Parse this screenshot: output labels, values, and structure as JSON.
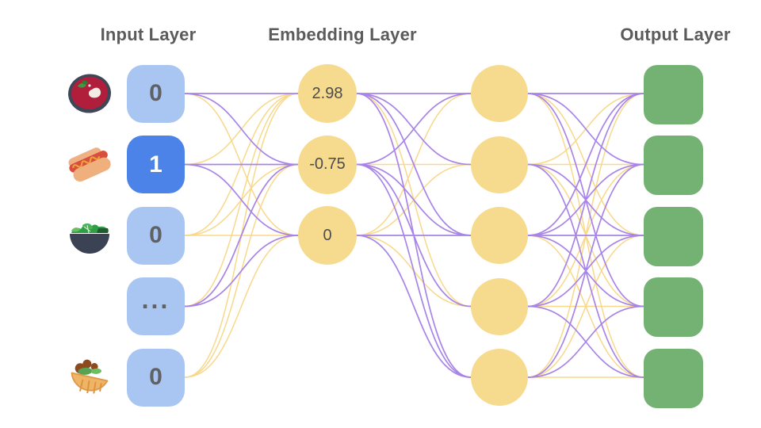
{
  "titles": {
    "input": "Input Layer",
    "embedding": "Embedding Layer",
    "output": "Output Layer"
  },
  "input_layer": {
    "nodes": [
      {
        "icon": "soup-icon",
        "value": "0",
        "highlighted": false
      },
      {
        "icon": "hotdog-icon",
        "value": "1",
        "highlighted": true
      },
      {
        "icon": "salad-icon",
        "value": "0",
        "highlighted": false
      },
      {
        "icon": "",
        "value": "...",
        "highlighted": false
      },
      {
        "icon": "pita-icon",
        "value": "0",
        "highlighted": false
      }
    ]
  },
  "embedding_layer": {
    "nodes": [
      {
        "value": "2.98"
      },
      {
        "value": "-0.75"
      },
      {
        "value": "0"
      }
    ]
  },
  "hidden_layer": {
    "node_count": 5
  },
  "output_layer": {
    "node_count": 5
  },
  "colors": {
    "edge_purple": "#a884e8",
    "edge_yellow": "#f8d88a",
    "node_yellow": "#f6db8e",
    "node_blue_light": "#a9c6f2",
    "node_blue_active": "#4b83e9",
    "node_green": "#74b274",
    "title_gray": "#5b5b5b"
  },
  "edges": {
    "layer1": [
      [
        "P",
        "P",
        "Y"
      ],
      [
        "Y",
        "P",
        "P"
      ],
      [
        "Y",
        "Y",
        "Y"
      ],
      [
        "Y",
        "P",
        "P"
      ],
      [
        "Y",
        "Y",
        "Y"
      ]
    ],
    "layer2": [
      [
        "P",
        "P",
        "P",
        "Y",
        "P"
      ],
      [
        "P",
        "Y",
        "P",
        "P",
        "P"
      ],
      [
        "Y",
        "Y",
        "P",
        "Y",
        "P"
      ]
    ],
    "layer3": [
      [
        "P",
        "P",
        "Y",
        "P",
        "Y"
      ],
      [
        "Y",
        "Y",
        "P",
        "Y",
        "P"
      ],
      [
        "P",
        "P",
        "P",
        "P",
        "Y"
      ],
      [
        "P",
        "Y",
        "P",
        "Y",
        "P"
      ],
      [
        "Y",
        "P",
        "Y",
        "P",
        "Y"
      ]
    ]
  }
}
